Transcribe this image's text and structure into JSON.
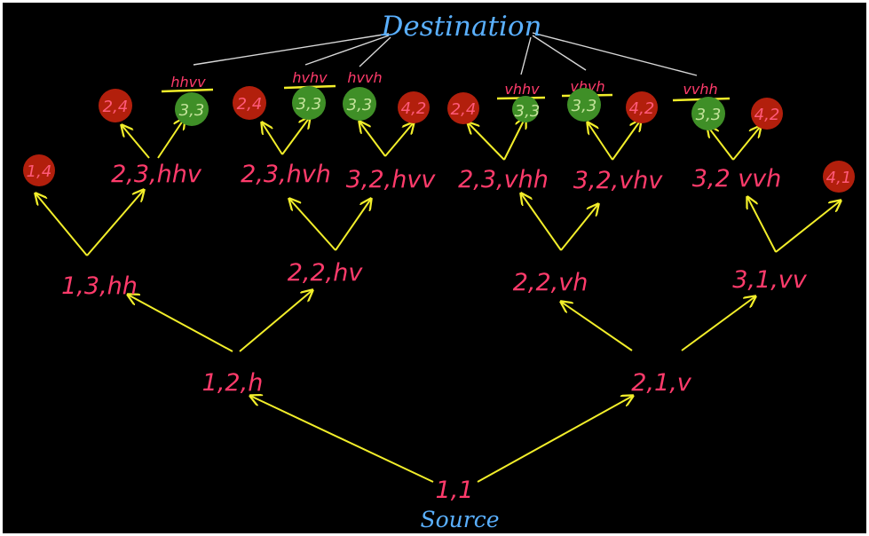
{
  "title": "Destination",
  "source_label": "Source",
  "colors": {
    "background": "#000000",
    "label": "#ff3b6b",
    "arrow": "#f2ee2a",
    "annotation": "#5ab0ff",
    "leader": "#d8d8d8",
    "dead_end": "#b21f0c",
    "destination": "#3f8f27",
    "destination_text": "#c3e39a"
  },
  "nodes": [
    {
      "id": "n11",
      "label": "1,1"
    },
    {
      "id": "n12h",
      "label": "1,2,h"
    },
    {
      "id": "n21v",
      "label": "2,1,v"
    },
    {
      "id": "n13",
      "label": "1,3,hh"
    },
    {
      "id": "n22h",
      "label": "2,2,hv"
    },
    {
      "id": "n22v",
      "label": "2,2,vh"
    },
    {
      "id": "n31",
      "label": "3,1,vv"
    },
    {
      "id": "n23a",
      "label": "2,3,hhv"
    },
    {
      "id": "n23b",
      "label": "2,3,hvh"
    },
    {
      "id": "n32a",
      "label": "3,2,hvv"
    },
    {
      "id": "n23c",
      "label": "2,3,vhh"
    },
    {
      "id": "n32b",
      "label": "3,2,vhv"
    },
    {
      "id": "n32c",
      "label": "3,2 vvh"
    }
  ],
  "dead_ends": [
    {
      "id": "d1",
      "label": "1,4"
    },
    {
      "id": "d2",
      "label": "2,4"
    },
    {
      "id": "d3",
      "label": "2,4"
    },
    {
      "id": "d4",
      "label": "4,2"
    },
    {
      "id": "d5",
      "label": "2,4"
    },
    {
      "id": "d6",
      "label": "4,2"
    },
    {
      "id": "d7",
      "label": "4,2"
    },
    {
      "id": "d8",
      "label": "4,1"
    }
  ],
  "destinations": [
    {
      "id": "g1",
      "label": "3,3",
      "path": "hhvv"
    },
    {
      "id": "g2",
      "label": "3,3",
      "path": "hvhv"
    },
    {
      "id": "g3",
      "label": "3,3",
      "path": "hvvh"
    },
    {
      "id": "g4",
      "label": "3,3",
      "path": "vhhv"
    },
    {
      "id": "g5",
      "label": "3,3",
      "path": "vhvh"
    },
    {
      "id": "g6",
      "label": "3,3",
      "path": "vvhh"
    }
  ]
}
